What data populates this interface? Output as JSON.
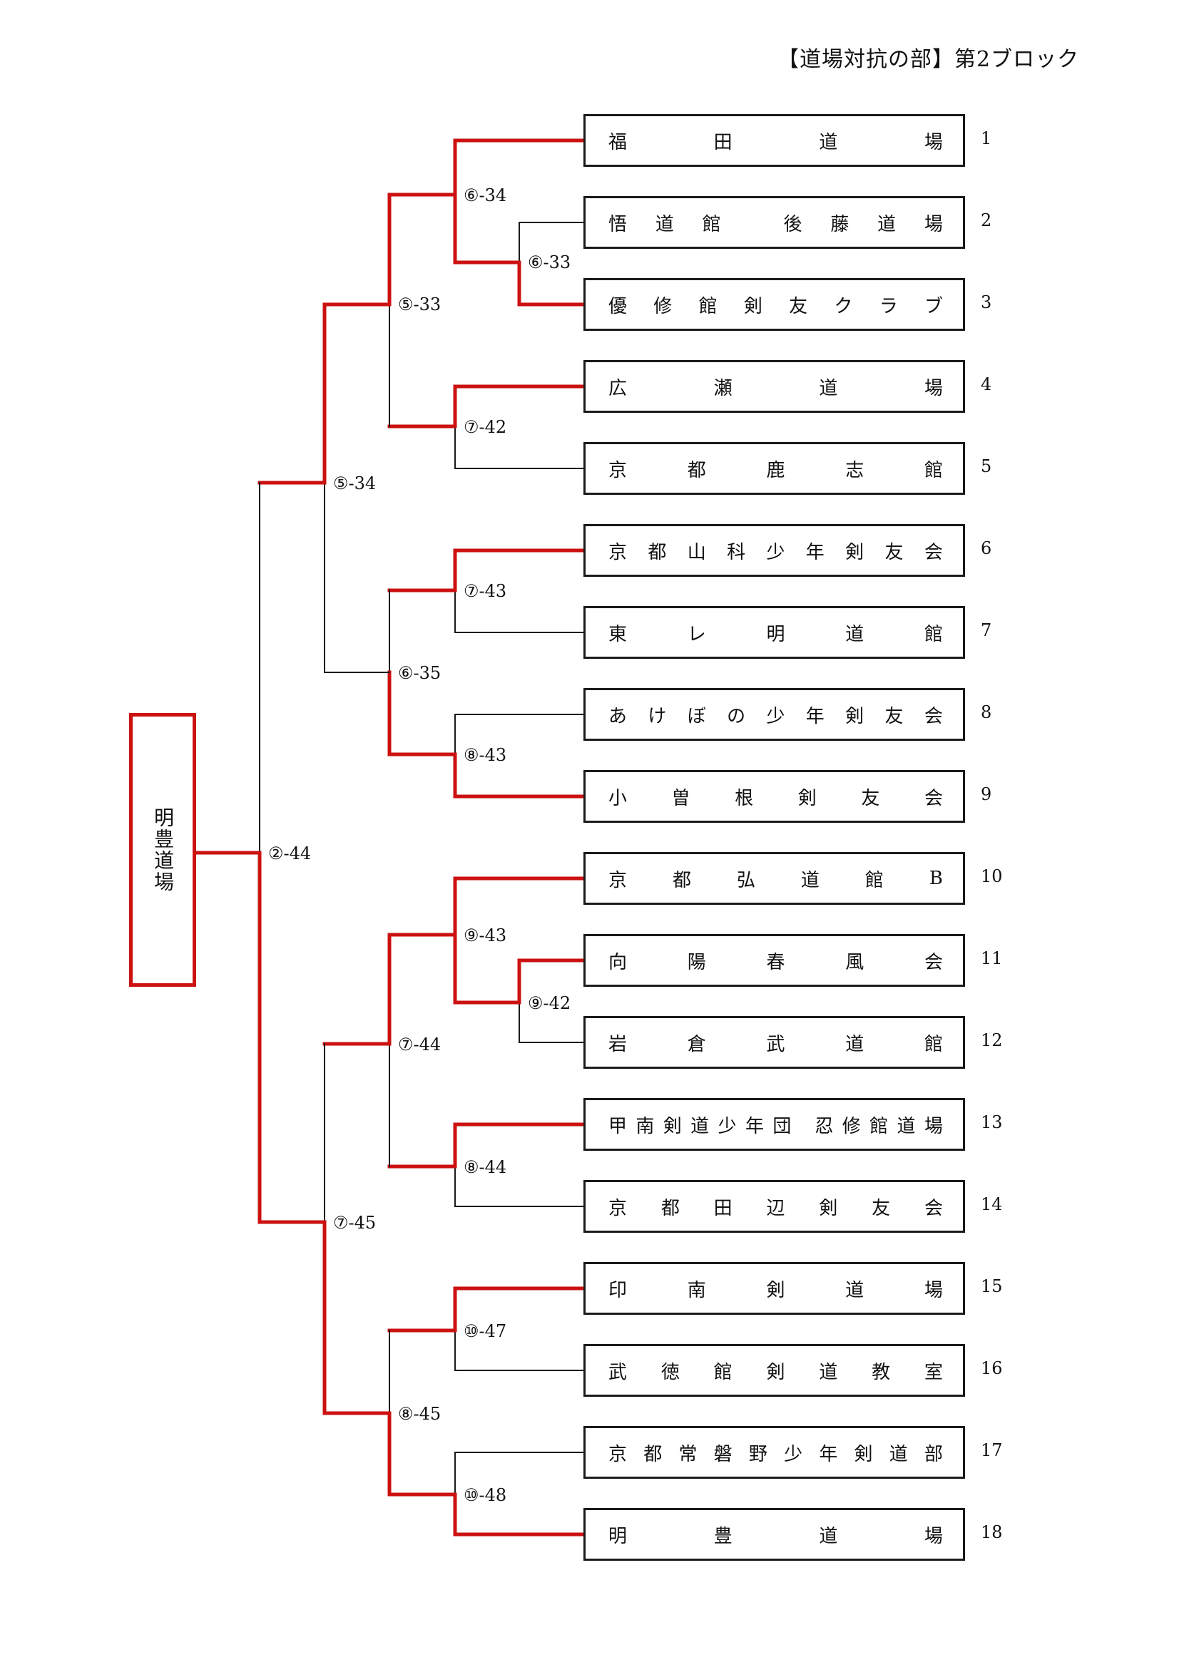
{
  "title": "【道場対抗の部】第2ブロック",
  "colors": {
    "win": "#cc1111",
    "line": "#1a1a1a"
  },
  "winner": "明豊道場",
  "teams": [
    {
      "seed": "1",
      "name": "福田道場",
      "chars": [
        "福",
        "田",
        "道",
        "場"
      ]
    },
    {
      "seed": "2",
      "name": "悟道館 後藤道場",
      "chars": [
        "悟",
        "道",
        "館",
        " ",
        "後",
        "藤",
        "道",
        "場"
      ]
    },
    {
      "seed": "3",
      "name": "優修館剣友クラブ",
      "chars": [
        "優",
        "修",
        "館",
        "剣",
        "友",
        "ク",
        "ラ",
        "ブ"
      ]
    },
    {
      "seed": "4",
      "name": "広瀬道場",
      "chars": [
        "広",
        "瀬",
        "道",
        "場"
      ]
    },
    {
      "seed": "5",
      "name": "京都鹿志館",
      "chars": [
        "京",
        "都",
        "鹿",
        "志",
        "館"
      ]
    },
    {
      "seed": "6",
      "name": "京都山科少年剣友会",
      "chars": [
        "京",
        "都",
        "山",
        "科",
        "少",
        "年",
        "剣",
        "友",
        "会"
      ]
    },
    {
      "seed": "7",
      "name": "東レ明道館",
      "chars": [
        "東",
        "レ",
        "明",
        "道",
        "館"
      ]
    },
    {
      "seed": "8",
      "name": "あけぼの少年剣友会",
      "chars": [
        "あ",
        "け",
        "ぼ",
        "の",
        "少",
        "年",
        "剣",
        "友",
        "会"
      ]
    },
    {
      "seed": "9",
      "name": "小曽根剣友会",
      "chars": [
        "小",
        "曽",
        "根",
        "剣",
        "友",
        "会"
      ]
    },
    {
      "seed": "10",
      "name": "京都弘道館B",
      "chars": [
        "京",
        "都",
        "弘",
        "道",
        "館",
        "B"
      ]
    },
    {
      "seed": "11",
      "name": "向陽春風会",
      "chars": [
        "向",
        "陽",
        "春",
        "風",
        "会"
      ]
    },
    {
      "seed": "12",
      "name": "岩倉武道館",
      "chars": [
        "岩",
        "倉",
        "武",
        "道",
        "館"
      ]
    },
    {
      "seed": "13",
      "name": "甲南剣道少年団 忍修館道場",
      "chars": [
        "甲",
        "南",
        "剣",
        "道",
        "少",
        "年",
        "団",
        " ",
        "忍",
        "修",
        "館",
        "道",
        "場"
      ]
    },
    {
      "seed": "14",
      "name": "京都田辺剣友会",
      "chars": [
        "京",
        "都",
        "田",
        "辺",
        "剣",
        "友",
        "会"
      ]
    },
    {
      "seed": "15",
      "name": "印南剣道場",
      "chars": [
        "印",
        "南",
        "剣",
        "道",
        "場"
      ]
    },
    {
      "seed": "16",
      "name": "武徳館剣道教室",
      "chars": [
        "武",
        "徳",
        "館",
        "剣",
        "道",
        "教",
        "室"
      ]
    },
    {
      "seed": "17",
      "name": "京都常磐野少年剣道部",
      "chars": [
        "京",
        "都",
        "常",
        "磐",
        "野",
        "少",
        "年",
        "剣",
        "道",
        "部"
      ]
    },
    {
      "seed": "18",
      "name": "明豊道場",
      "chars": [
        "明",
        "豊",
        "道",
        "場"
      ]
    }
  ],
  "matches": {
    "m2_3": "⑥-33",
    "m1_23": "⑥-34",
    "m4_5": "⑦-42",
    "m123_45": "⑤-33",
    "m6_7": "⑦-43",
    "m8_9": "⑧-43",
    "m67_89": "⑥-35",
    "mtop": "⑤-34",
    "m11_12": "⑨-42",
    "m10_1112": "⑨-43",
    "m13_14": "⑧-44",
    "m10_14": "⑦-44",
    "m15_16": "⑩-47",
    "m17_18": "⑩-48",
    "m15_18": "⑧-45",
    "mbottom": "⑦-45",
    "final": "②-44"
  }
}
